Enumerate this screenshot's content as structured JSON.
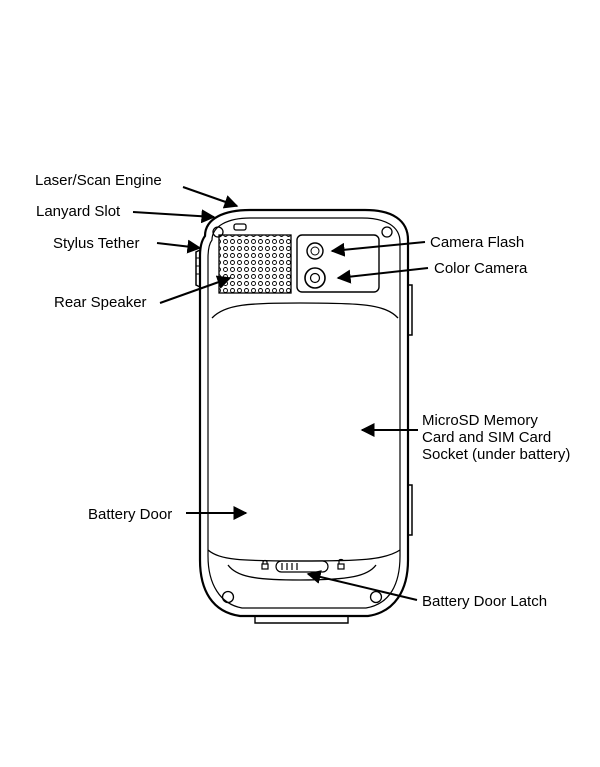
{
  "labels": {
    "laser_scan_engine": "Laser/Scan Engine",
    "lanyard_slot": "Lanyard Slot",
    "stylus_tether": "Stylus Tether",
    "rear_speaker": "Rear Speaker",
    "camera_flash": "Camera Flash",
    "color_camera": "Color Camera",
    "microsd_socket": "MicroSD Memory Card and SIM Card Socket (under battery)",
    "battery_door": "Battery Door",
    "battery_door_latch": "Battery Door Latch"
  },
  "colors": {
    "line": "#000000",
    "background": "#ffffff"
  }
}
